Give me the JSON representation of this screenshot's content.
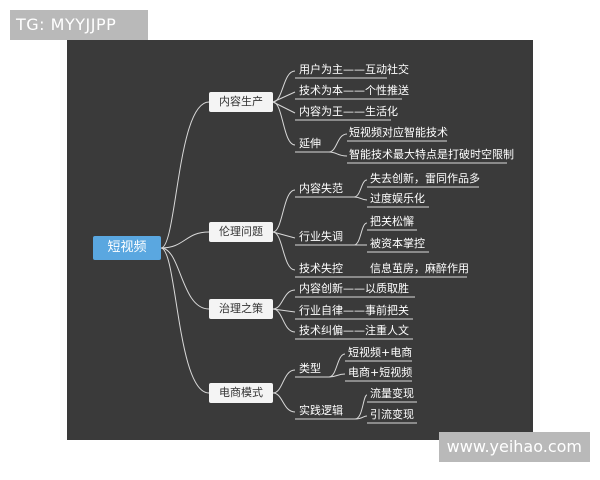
{
  "watermarks": {
    "top": "TG: MYYJJPP",
    "bottom": "www.yeihao.com"
  },
  "root": "短视频",
  "branches": {
    "content": {
      "label": "内容生产",
      "items": [
        "用户为主——互动社交",
        "技术为本——个性推送",
        "内容为王——生活化"
      ],
      "extension": {
        "label": "延伸",
        "items": [
          "短视频对应智能技术",
          "智能技术最大特点是打破时空限制"
        ]
      }
    },
    "ethics": {
      "label": "伦理问题",
      "groups": [
        {
          "label": "内容失范",
          "items": [
            "失去创新，雷同作品多",
            "过度娱乐化"
          ]
        },
        {
          "label": "行业失调",
          "items": [
            "把关松懈",
            "被资本掌控"
          ]
        },
        {
          "label": "技术失控",
          "items": [
            "信息茧房，麻醉作用"
          ]
        }
      ]
    },
    "governance": {
      "label": "治理之策",
      "items": [
        "内容创新——以质取胜",
        "行业自律——事前把关",
        "技术纠偏——注重人文"
      ]
    },
    "ecommerce": {
      "label": "电商模式",
      "groups": [
        {
          "label": "类型",
          "items": [
            "短视频+电商",
            "电商+短视频"
          ]
        },
        {
          "label": "实践逻辑",
          "items": [
            "流量变现",
            "引流变现"
          ]
        }
      ]
    }
  }
}
